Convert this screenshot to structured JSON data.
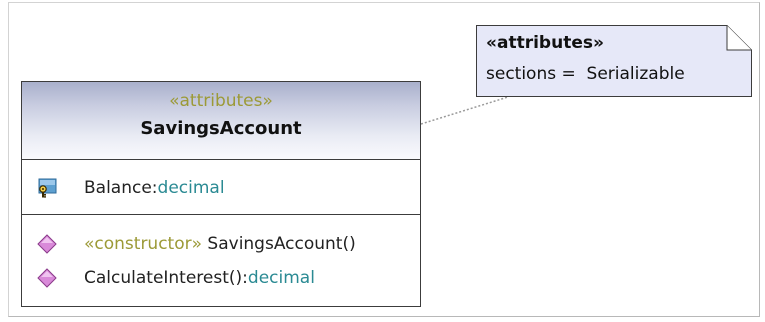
{
  "diagram": {
    "class": {
      "stereotype": "«attributes»",
      "name": "SavingsAccount",
      "attributes": [
        {
          "name": "Balance:",
          "type": "decimal",
          "icon": "attribute-key-icon"
        }
      ],
      "operations": [
        {
          "stereotype": "«constructor»",
          "name": " SavingsAccount()",
          "type": "",
          "icon": "operation-diamond-icon"
        },
        {
          "stereotype": "",
          "name": "CalculateInterest():",
          "type": "decimal",
          "icon": "operation-diamond-icon"
        }
      ]
    },
    "note": {
      "title": "«attributes»",
      "body": "sections =  Serializable"
    },
    "colors": {
      "stereotype": "#9c9a37",
      "type": "#2a8a93",
      "note_fill": "#e6e8f8",
      "diamond": "#d98ad9"
    }
  }
}
